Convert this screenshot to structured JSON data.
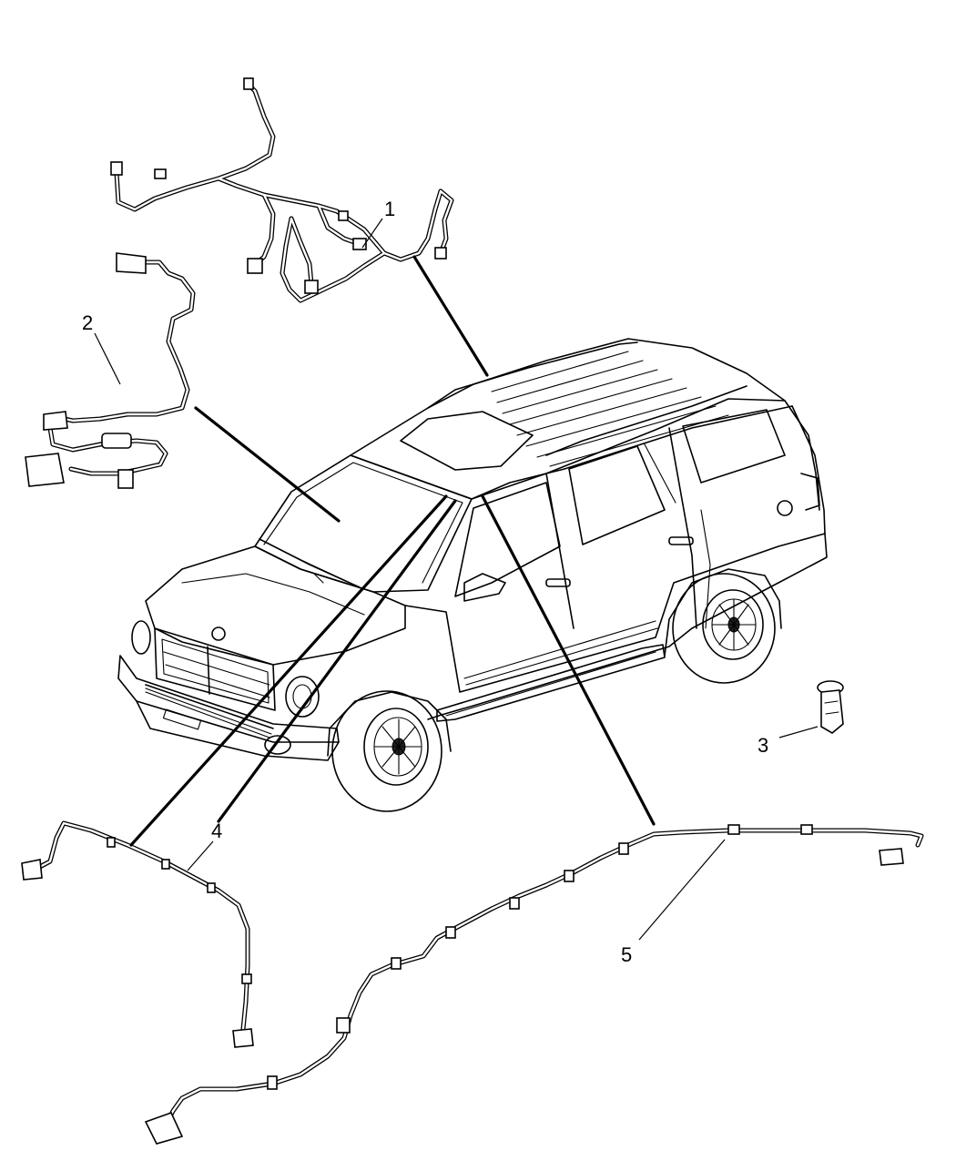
{
  "callouts": [
    {
      "id": "1",
      "label": "1"
    },
    {
      "id": "2",
      "label": "2"
    },
    {
      "id": "3",
      "label": "3"
    },
    {
      "id": "4",
      "label": "4"
    },
    {
      "id": "5",
      "label": "5"
    }
  ],
  "parts": [
    {
      "callout": "1",
      "kind": "wiring-harness"
    },
    {
      "callout": "2",
      "kind": "wiring-harness"
    },
    {
      "callout": "3",
      "kind": "push-pin-clip"
    },
    {
      "callout": "4",
      "kind": "wiring-harness"
    },
    {
      "callout": "5",
      "kind": "wiring-harness"
    }
  ],
  "colors": {
    "ink": "#000000",
    "paper": "#ffffff"
  }
}
